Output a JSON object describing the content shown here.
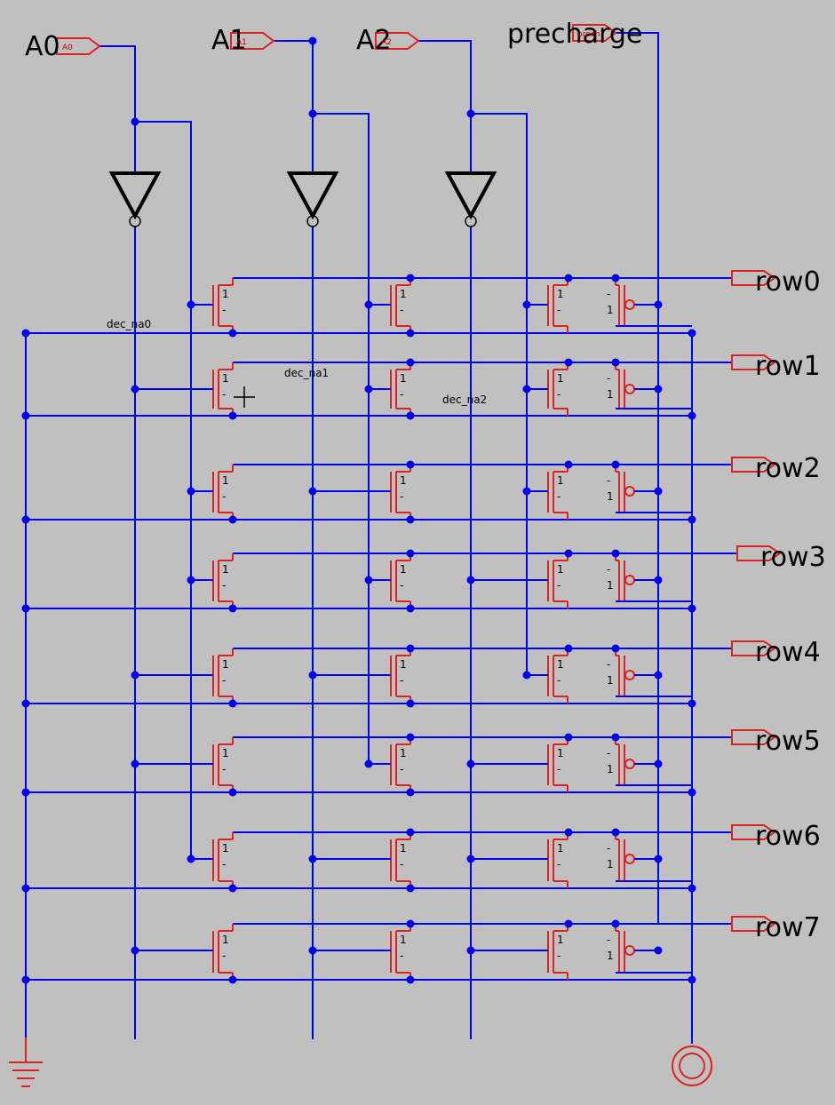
{
  "colors": {
    "background": "#c0c0c0",
    "wire": "#0000ee",
    "device": "#dd2222",
    "text": "#000000"
  },
  "inputs": [
    {
      "label": "A0",
      "pin_label": "A0"
    },
    {
      "label": "A1",
      "pin_label": "A1"
    },
    {
      "label": "A2",
      "pin_label": "A2"
    }
  ],
  "precharge": {
    "label": "precharge",
    "pin_label": "prech"
  },
  "net_labels": [
    "dec_na0",
    "dec_na1",
    "dec_na2"
  ],
  "rows": [
    {
      "label": "row0",
      "pin_label": "row0"
    },
    {
      "label": "row1",
      "pin_label": "row1"
    },
    {
      "label": "row2",
      "pin_label": "row2"
    },
    {
      "label": "row3",
      "pin_label": "row3"
    },
    {
      "label": "row4",
      "pin_label": "row4"
    },
    {
      "label": "row5",
      "pin_label": "row5"
    },
    {
      "label": "row6",
      "pin_label": "row6"
    },
    {
      "label": "row7",
      "pin_label": "row7"
    }
  ],
  "transistor_marks": {
    "nmos_top": "1",
    "nmos_bottom": "-",
    "pmos_top": "-",
    "pmos_bottom": "1"
  },
  "symbols": [
    "ground-icon",
    "power-supply-icon",
    "inverter-icon",
    "nmos-transistor-icon",
    "pmos-transistor-icon",
    "crosshair-cursor-icon"
  ]
}
